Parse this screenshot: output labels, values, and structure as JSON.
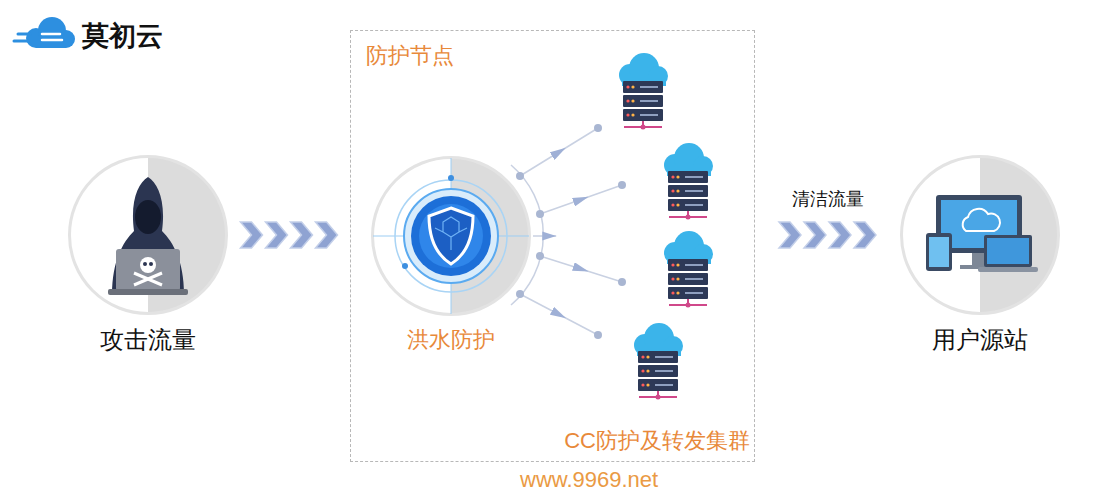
{
  "diagram": {
    "nodes": [
      {
        "text": [
          "攻击流量"
        ]
      },
      {
        "text": [
          "防护节点"
        ]
      },
      {
        "text": [
          "洪水防护"
        ],
        "in": 1
      },
      {
        "text": [
          "CC防护及转发集群"
        ],
        "in": 1
      },
      {
        "text": [
          "用户源站"
        ]
      }
    ],
    "edges": [
      {
        "from": 0,
        "to": 1,
        "arrow": "to"
      },
      {
        "from": 2,
        "to": 3,
        "arrow": "to"
      },
      {
        "from": 1,
        "to": 4,
        "label": "清洁流量",
        "arrow": "to"
      }
    ],
    "labels": [
      "莫初云",
      "www.9969.net"
    ]
  }
}
